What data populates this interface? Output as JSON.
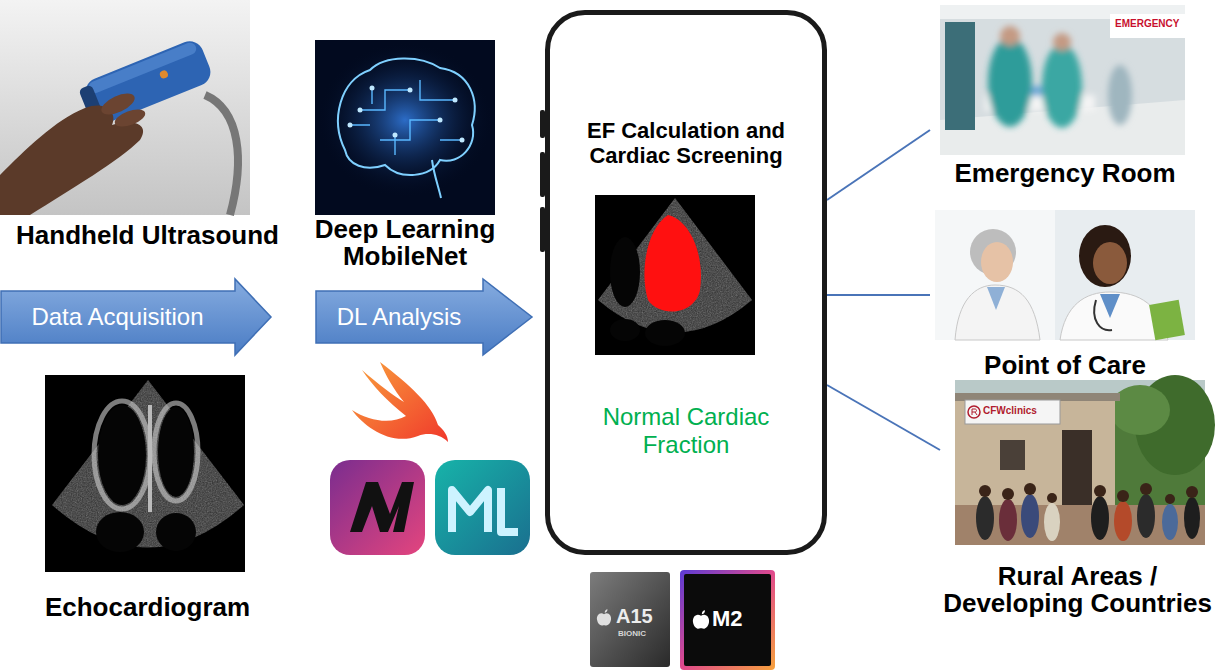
{
  "diagram": {
    "nodes": [
      {
        "text": [
          "Handheld Ultrasound"
        ]
      },
      {
        "text": [
          "Deep Learning MobileNet"
        ]
      },
      {
        "text": [
          "EF Calculation and Cardiac Screening",
          "Normal Cardiac Fraction"
        ]
      },
      {
        "text": [
          "Emergency Room"
        ]
      },
      {
        "text": [
          "Data Acquisition"
        ]
      },
      {
        "text": [
          "DL Analysis"
        ]
      },
      {
        "text": [
          "Point of Care"
        ]
      },
      {
        "text": [
          "Echocardiogram"
        ]
      },
      {
        "text": [
          "Rural Areas / Developing Countries"
        ]
      },
      {
        "text": [
          "A15",
          "BIONIC"
        ]
      },
      {
        "text": [
          "M2"
        ]
      }
    ],
    "edges": [
      {
        "from": 2,
        "to": 3,
        "arrow": "none"
      },
      {
        "from": 2,
        "to": 6,
        "arrow": "none"
      },
      {
        "from": 2,
        "to": 8,
        "arrow": "none"
      }
    ],
    "labels": [
      "EMERGENCY",
      "CFWclinics"
    ]
  }
}
